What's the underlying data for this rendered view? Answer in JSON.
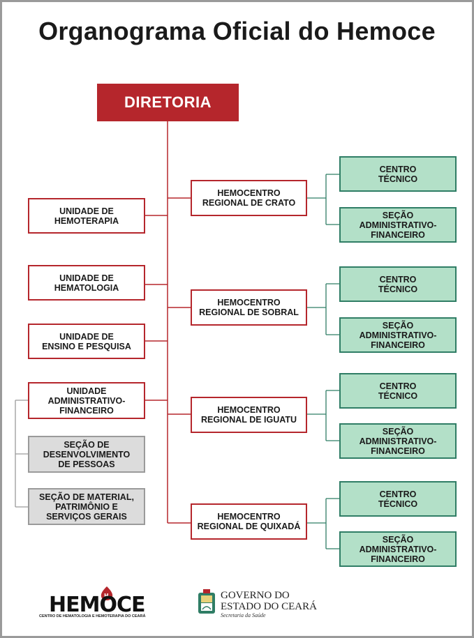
{
  "title": "Organograma Oficial do Hemoce",
  "diretoria": "DIRETORIA",
  "unidades": [
    "UNIDADE DE\nHEMOTERAPIA",
    "UNIDADE DE\nHEMATOLOGIA",
    "UNIDADE DE\nENSINO E PESQUISA",
    "UNIDADE\nADMINISTRATIVO-\nFINANCEIRO"
  ],
  "secoes_gerais": [
    "SEÇÃO DE\nDESENVOLVIMENTO\nDE PESSOAS",
    "SEÇÃO DE MATERIAL,\nPATRIMÔNIO E\nSERVIÇOS GERAIS"
  ],
  "hemocentros": [
    "HEMOCENTRO\nREGIONAL DE CRATO",
    "HEMOCENTRO\nREGIONAL DE SOBRAL",
    "HEMOCENTRO\nREGIONAL DE IGUATU",
    "HEMOCENTRO\nREGIONAL DE QUIXADÁ"
  ],
  "sub_centro_tecnico": "CENTRO\nTÉCNICO",
  "sub_secao_admin": "SEÇÃO\nADMINISTRATIVO-\nFINANCEIRO",
  "logos": {
    "hemoce_name": "HEMOCE",
    "hemoce_subtitle": "CENTRO DE HEMATOLOGIA E HEMOTERAPIA DO CEARÁ",
    "gov_line1": "GOVERNO DO",
    "gov_line2": "ESTADO DO CEARÁ",
    "gov_line3": "Secretaria da Saúde"
  },
  "colors": {
    "red": "#b5262c",
    "green_fill": "#b3e0c8",
    "green_border": "#2f7d65",
    "gray_fill": "#dcdcdc",
    "gray_border": "#9a9a9a"
  }
}
